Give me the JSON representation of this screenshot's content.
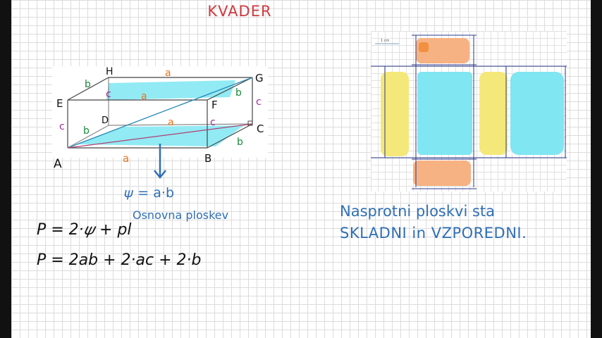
{
  "page": {
    "title": "KVADER"
  },
  "cuboid": {
    "vertices": {
      "A": "A",
      "B": "B",
      "C": "C",
      "D": "D",
      "E": "E",
      "F": "F",
      "G": "G",
      "H": "H"
    },
    "edge_labels": {
      "a": "a",
      "b": "b",
      "c": "c"
    },
    "base_label": "𝜓 = a·b",
    "base_caption": "Osnovna ploskev"
  },
  "formulas": {
    "line1": "P = 2·𝜓 + pl",
    "line2": "P = 2ab + 2·ac + 2·b"
  },
  "net": {
    "scale_label": "1 cm"
  },
  "note": {
    "line1": "Nasprotni ploskvi sta",
    "line2": "SKLADNI in VZPOREDNI."
  },
  "colors": {
    "title": "#d0393f",
    "label_a": "#e8731c",
    "label_b": "#1a8a3a",
    "label_c": "#a0299a",
    "note": "#2f6fb5",
    "arrow": "#2f6fb5",
    "highlight_cyan": "#7fe6f2",
    "highlight_yellow": "#f5e87a",
    "highlight_orange": "#f7b283"
  }
}
